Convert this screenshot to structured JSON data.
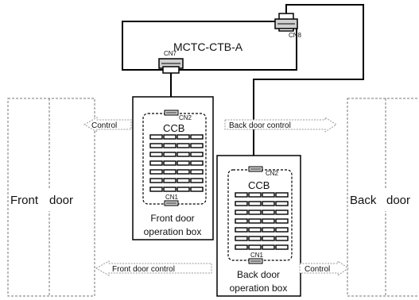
{
  "board": {
    "label": "MCTC-CTB-A",
    "connector_left": "CN7",
    "connector_right": "CN8"
  },
  "front_door": {
    "word1": "Front",
    "word2": "door"
  },
  "back_door": {
    "word1": "Back",
    "word2": "door"
  },
  "front_box": {
    "title": "CCB",
    "connector_top": "CN2",
    "connector_bottom": "CN1",
    "caption_line1": "Front door",
    "caption_line2": "operation box"
  },
  "back_box": {
    "title": "CCB",
    "connector_top": "CN2",
    "connector_bottom": "CN1",
    "caption_line1": "Back door",
    "caption_line2": "operation box"
  },
  "arrows": {
    "front_control": "Control",
    "back_door_control": "Back door control",
    "front_door_control": "Front door control",
    "back_control": "Control"
  }
}
